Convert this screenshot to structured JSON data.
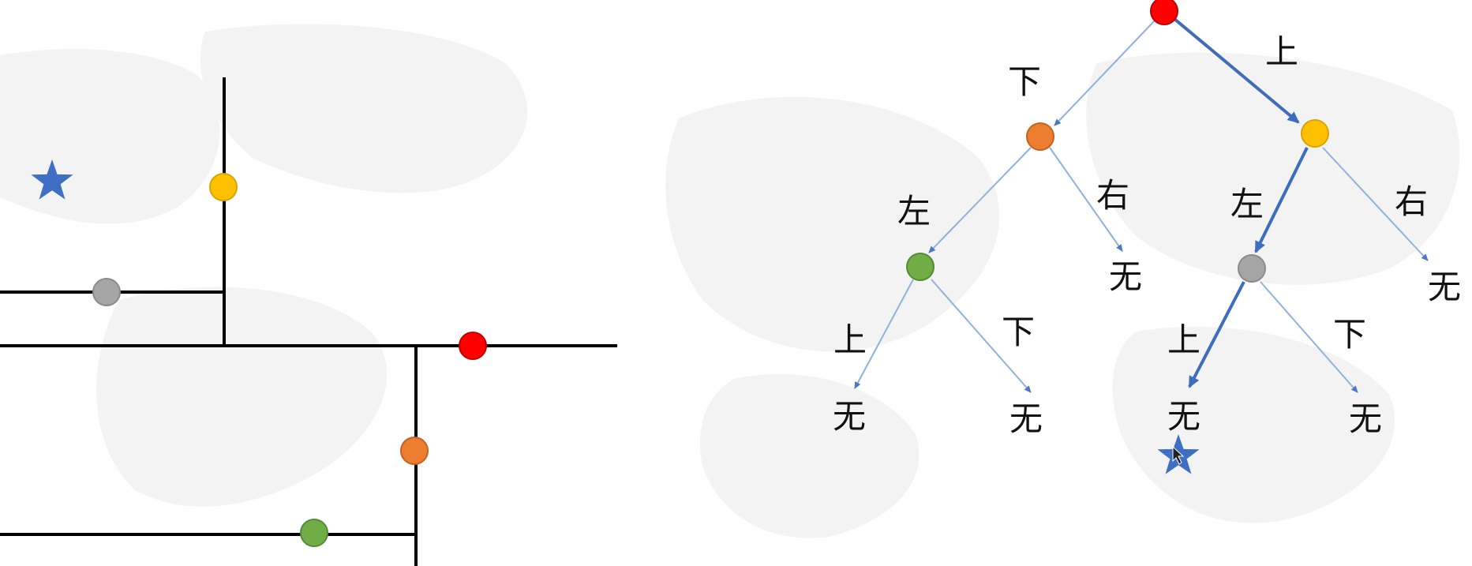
{
  "colors": {
    "background": "#ffffff",
    "map_watermark": "#f2f2f2",
    "partition_line": "#000000",
    "edge_thin": "#8fb1dc",
    "edge_path": "#3d6dbd",
    "star": "#3e6fc4",
    "node_red": "#ff0000",
    "node_orange": "#ed7d31",
    "node_yellow": "#ffc000",
    "node_green": "#70ad47",
    "node_gray": "#a5a5a5"
  },
  "points": [
    {
      "id": "red",
      "color_key": "node_red"
    },
    {
      "id": "orange",
      "color_key": "node_orange"
    },
    {
      "id": "yellow",
      "color_key": "node_yellow"
    },
    {
      "id": "green",
      "color_key": "node_green"
    },
    {
      "id": "gray",
      "color_key": "node_gray"
    }
  ],
  "query_marker": "star-icon",
  "tree": {
    "edge_labels": {
      "root_left": "下",
      "root_right": "上",
      "orange_left": "左",
      "orange_right": "右",
      "yellow_left": "左",
      "yellow_right": "右",
      "green_left": "上",
      "green_right": "下",
      "gray_left": "上",
      "gray_right": "下"
    },
    "leaves": {
      "orange_right": "无",
      "yellow_right": "无",
      "green_left": "无",
      "green_right": "无",
      "gray_left": "无",
      "gray_right": "无"
    },
    "search_path": [
      "red",
      "yellow",
      "gray",
      "gray_left"
    ]
  }
}
